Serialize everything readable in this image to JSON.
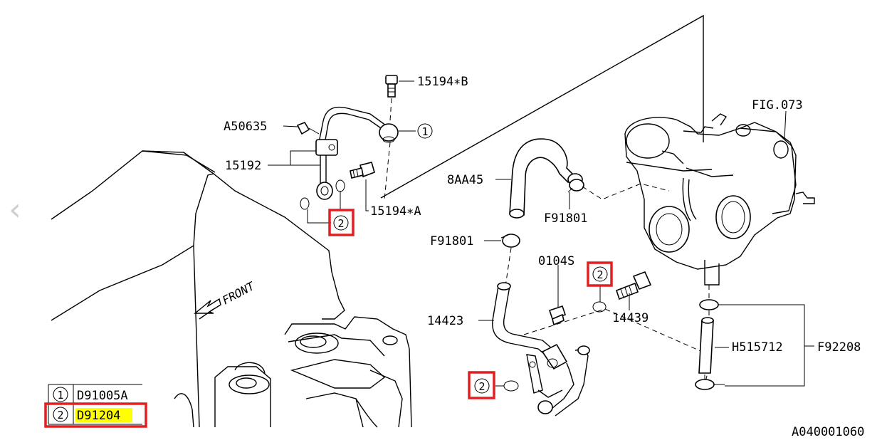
{
  "labels": {
    "p15194B": "15194∗B",
    "pA50635": "A50635",
    "p15192": "15192",
    "p15194A": "15194∗A",
    "p8AA45": "8AA45",
    "pF91801a": "F91801",
    "pF91801b": "F91801",
    "p0104S": "0104S",
    "p14423": "14423",
    "p14439": "14439",
    "pH515712": "H515712",
    "pF92208": "F92208",
    "fig073": "FIG.073",
    "front": "FRONT",
    "diagram_id": "A040001060"
  },
  "callouts": {
    "c1": "1",
    "c2a": "2",
    "c2b": "2",
    "c2c": "2"
  },
  "legend": [
    {
      "num": "1",
      "code": "D91005A",
      "highlighted": false
    },
    {
      "num": "2",
      "code": "D91204",
      "highlighted": true
    }
  ],
  "highlight_color": "#e02020",
  "text_highlight_color": "#ffff00",
  "nav": {
    "prev_icon": "chevron-left-icon",
    "prev_glyph": "‹"
  }
}
